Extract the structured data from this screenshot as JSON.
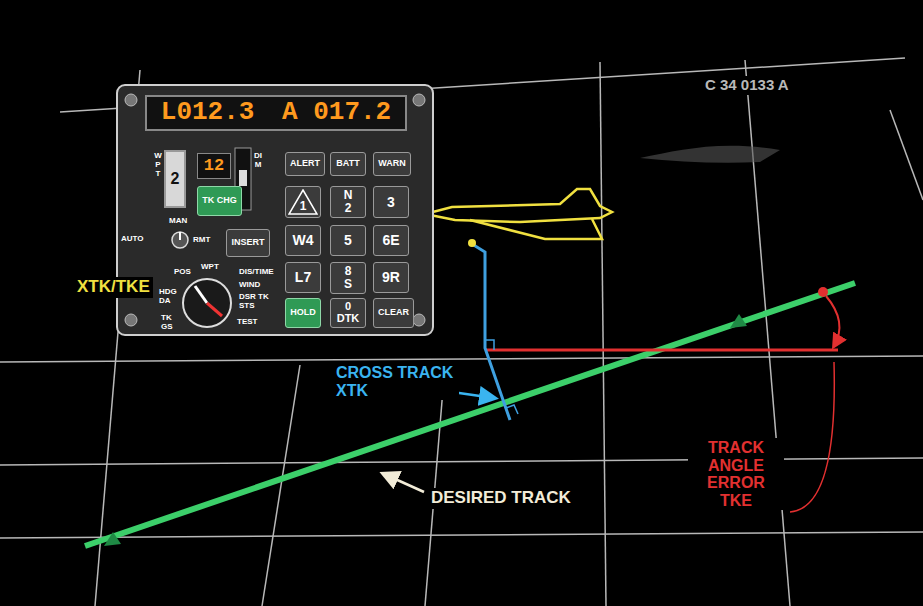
{
  "diagram": {
    "nodes": [
      {
        "text": [
          "L012.3",
          "A 017.2"
        ]
      },
      {
        "text": [
          "2"
        ]
      },
      {
        "text": [
          "12"
        ]
      },
      {
        "text": [
          "TK CHG"
        ]
      },
      {
        "text": [
          "ALERT"
        ]
      },
      {
        "text": [
          "BATT"
        ]
      },
      {
        "text": [
          "WARN"
        ]
      },
      {
        "text": [
          "1"
        ]
      },
      {
        "text": [
          "N",
          "2"
        ]
      },
      {
        "text": [
          "3"
        ]
      },
      {
        "text": [
          "W4"
        ]
      },
      {
        "text": [
          "5"
        ]
      },
      {
        "text": [
          "6E"
        ]
      },
      {
        "text": [
          "L7"
        ]
      },
      {
        "text": [
          "8",
          "S"
        ]
      },
      {
        "text": [
          "9R"
        ]
      },
      {
        "text": [
          "INSERT"
        ]
      },
      {
        "text": [
          "HOLD"
        ]
      },
      {
        "text": [
          "0",
          "DTK"
        ]
      },
      {
        "text": [
          "CLEAR"
        ]
      }
    ],
    "labels": [
      "WPT",
      "DIM",
      "MAN",
      "AUTO",
      "RMT",
      "POS",
      "WPT",
      "DIS/TIME",
      "WIND",
      "DSR TK STS",
      "TEST",
      "TK GS",
      "HDG DA",
      "XTK/TKE",
      "C 34 0133 A",
      "CROSS TRACK XTK",
      "DESIRED TRACK",
      "TRACK ANGLE ERROR TKE"
    ]
  }
}
